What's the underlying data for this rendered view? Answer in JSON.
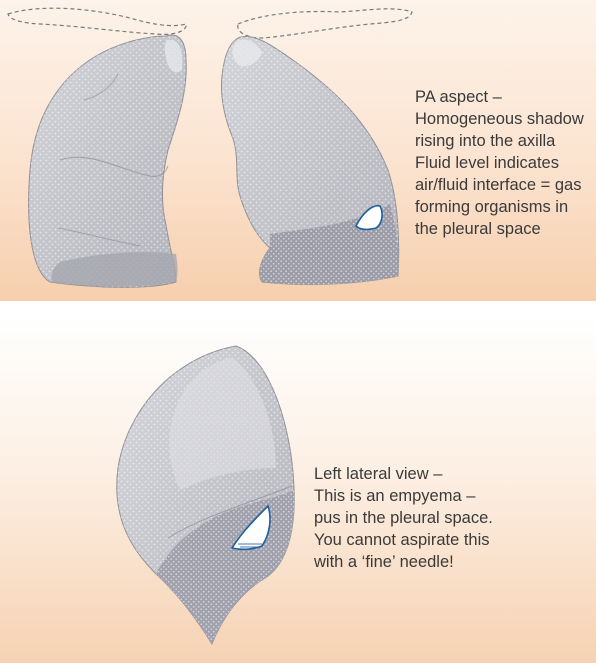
{
  "panels": [
    {
      "caption": [
        "PA aspect –",
        "Homogeneous shadow",
        "rising into the axilla",
        "Fluid level indicates",
        "air/fluid interface = gas",
        "forming organisms in",
        "the pleural space"
      ]
    },
    {
      "caption": [
        "Left lateral view –",
        "This is an empyema –",
        "pus in the pleural space.",
        "You cannot aspirate this",
        "with a ‘fine’ needle!"
      ]
    }
  ],
  "colors": {
    "lung_fill": "#bfc0c6",
    "lung_highlight": "#d9dade",
    "effusion_fill": "#9c9da8",
    "air_pocket": "#ffffff",
    "air_pocket_outline": "#1f5fa0",
    "dashed_outline": "#7a7a7a"
  }
}
